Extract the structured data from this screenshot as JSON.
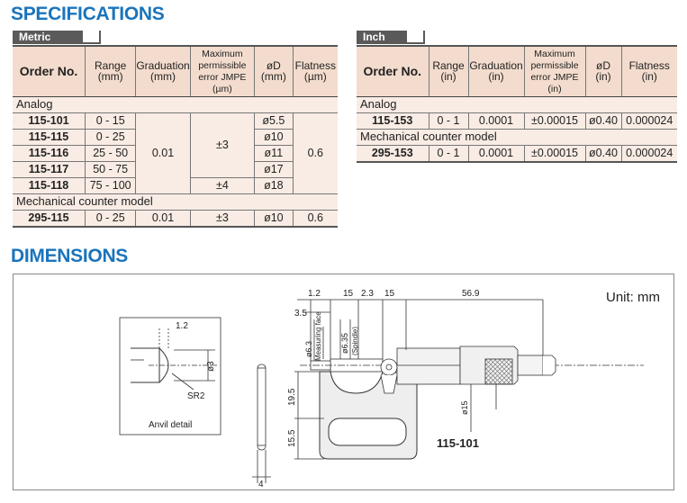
{
  "specifications_title": "SPECIFICATIONS",
  "dimensions_title": "DIMENSIONS",
  "metric": {
    "tab_label": "Metric",
    "headers": {
      "order_no": "Order No.",
      "range_1": "Range",
      "range_2": "(mm)",
      "graduation_1": "Graduation",
      "graduation_2": "(mm)",
      "mpe_1": "Maximum",
      "mpe_2": "permissible",
      "mpe_3": "error JMPE (µm)",
      "od_1": "øD",
      "od_2": "(mm)",
      "flatness_1": "Flatness",
      "flatness_2": "(µm)"
    },
    "group_analog": "Analog",
    "group_counter": "Mechanical counter model",
    "rows": [
      {
        "order": "115-101",
        "range": "0 - 15",
        "od": "ø5.5"
      },
      {
        "order": "115-115",
        "range": "0 - 25",
        "od": "ø10"
      },
      {
        "order": "115-116",
        "range": "25 - 50",
        "od": "ø11"
      },
      {
        "order": "115-117",
        "range": "50 - 75",
        "od": "ø17"
      },
      {
        "order": "115-118",
        "range": "75 - 100",
        "od": "ø18"
      }
    ],
    "analog_graduation": "0.01",
    "analog_mpe_a": "±3",
    "analog_mpe_b": "±4",
    "analog_flatness": "0.6",
    "counter_row": {
      "order": "295-115",
      "range": "0 - 25",
      "graduation": "0.01",
      "mpe": "±3",
      "od": "ø10",
      "flatness": "0.6"
    }
  },
  "inch": {
    "tab_label": "Inch",
    "headers": {
      "order_no": "Order No.",
      "range_1": "Range",
      "range_2": "(in)",
      "graduation_1": "Graduation",
      "graduation_2": "(in)",
      "mpe_1": "Maximum",
      "mpe_2": "permissible",
      "mpe_3": "error JMPE (in)",
      "od_1": "øD",
      "od_2": "(in)",
      "flatness_1": "Flatness",
      "flatness_2": "(in)"
    },
    "group_analog": "Analog",
    "group_counter": "Mechanical counter model",
    "analog_row": {
      "order": "115-153",
      "range": "0 - 1",
      "graduation": "0.0001",
      "mpe": "±0.00015",
      "od": "ø0.40",
      "flatness": "0.000024"
    },
    "counter_row": {
      "order": "295-153",
      "range": "0 - 1",
      "graduation": "0.0001",
      "mpe": "±0.00015",
      "od": "ø0.40",
      "flatness": "0.000024"
    }
  },
  "drawing": {
    "unit_label": "Unit: mm",
    "model_label": "115-101",
    "anvil_detail_label": "Anvil detail",
    "anvil_dim_1_2": "1.2",
    "anvil_dim_o3": "ø3",
    "anvil_dim_sr2": "SR2",
    "pin_dim_4": "4",
    "top_dims": [
      "1.2",
      "15",
      "2.3",
      "15",
      "56.9"
    ],
    "dim_3_5": "3.5",
    "dim_o6_3": "ø6.3",
    "measuring_face": "Measuring face",
    "dim_o6_35": "ø6.35",
    "spindle": "(Spindle)",
    "dim_19_5": "19.5",
    "dim_15_5": "15.5",
    "dim_o15": "ø15"
  },
  "colors": {
    "title_blue": "#1a74bc",
    "header_bg": "#f3dccd",
    "table_bg": "#f8ece4",
    "tab_gray": "#5a5a5a"
  }
}
